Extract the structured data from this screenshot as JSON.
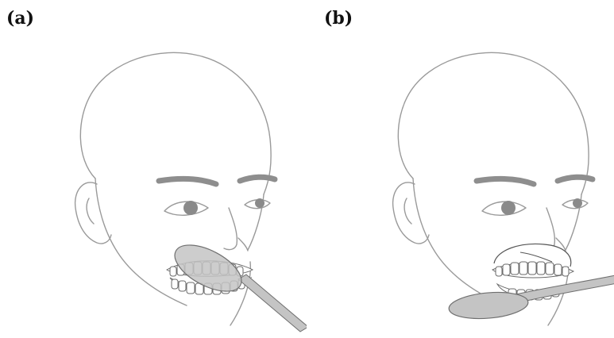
{
  "panels": [
    {
      "label": "(a)"
    },
    {
      "label": "(b)"
    }
  ],
  "colors": {
    "outline": "#9a9a9a",
    "spoon_fill": "#c4c4c4",
    "spoon_stroke": "#6f6f6f",
    "brow": "#8e8e8e",
    "iris": "#8a8a8a",
    "teeth_stroke": "#6a6a6a"
  },
  "icons": [
    "head-outline",
    "spoon",
    "teeth"
  ]
}
